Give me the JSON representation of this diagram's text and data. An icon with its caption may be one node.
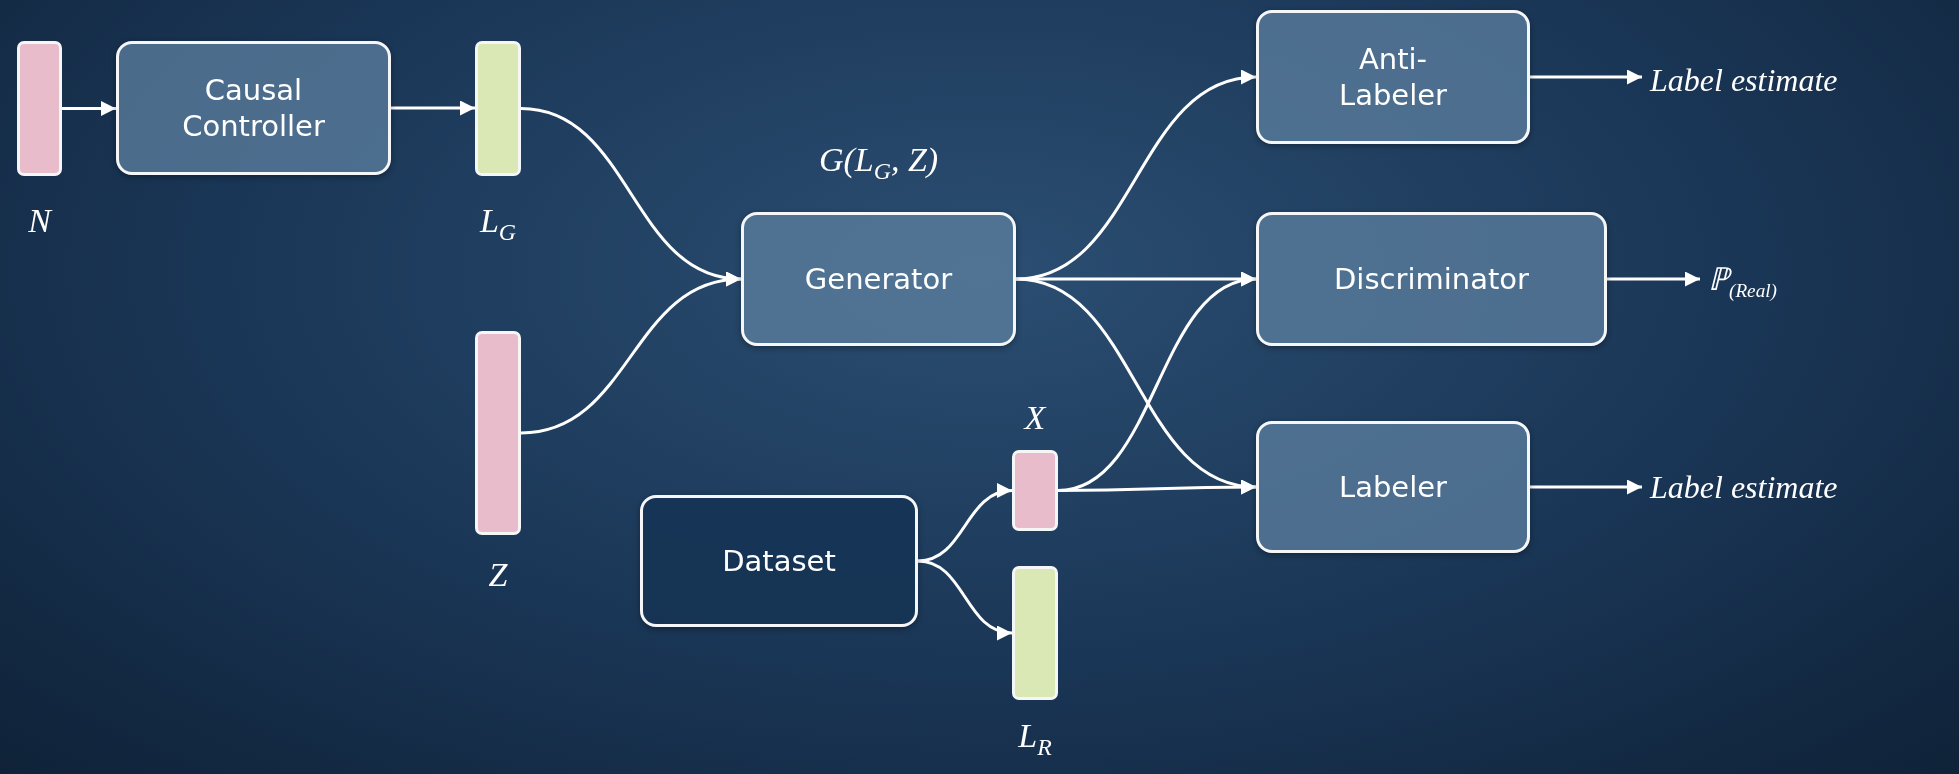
{
  "diagram": {
    "nodes": [
      {
        "text": [],
        "shape": "bar",
        "beside": [
          "N"
        ]
      },
      {
        "text": [
          "Causal Controller"
        ]
      },
      {
        "text": [],
        "shape": "bar",
        "beside": [
          "L$_{G}$"
        ]
      },
      {
        "text": [],
        "shape": "bar",
        "beside": [
          "Z"
        ]
      },
      {
        "text": [
          "Generator"
        ],
        "beside": [
          "G(L$_{G}$, Z)"
        ]
      },
      {
        "text": [
          "Anti-Labeler"
        ]
      },
      {
        "text": [
          "Discriminator"
        ]
      },
      {
        "text": [
          "Labeler"
        ]
      },
      {
        "text": [
          "Dataset"
        ]
      },
      {
        "text": [],
        "shape": "bar",
        "beside": [
          "X"
        ]
      },
      {
        "text": [],
        "shape": "bar",
        "beside": [
          "L$_{R}$"
        ]
      },
      {
        "text": [
          "Label estimate"
        ]
      },
      {
        "text": [
          "ℙ$_{(Real)}$"
        ]
      },
      {
        "text": [
          "Label estimate"
        ]
      }
    ],
    "edges": [
      {
        "from": 0,
        "to": 1,
        "arrow": "to"
      },
      {
        "from": 1,
        "to": 2,
        "arrow": "to"
      },
      {
        "from": 2,
        "to": 4,
        "arrow": "to"
      },
      {
        "from": 3,
        "to": 4,
        "arrow": "to"
      },
      {
        "from": 4,
        "to": 5,
        "arrow": "to"
      },
      {
        "from": 4,
        "to": 6,
        "arrow": "to"
      },
      {
        "from": 4,
        "to": 7,
        "arrow": "to"
      },
      {
        "from": 8,
        "to": 9,
        "arrow": "to"
      },
      {
        "from": 8,
        "to": 10,
        "arrow": "to"
      },
      {
        "from": 9,
        "to": 6,
        "arrow": "to"
      },
      {
        "from": 9,
        "to": 7,
        "arrow": "to"
      },
      {
        "from": 5,
        "to": 11,
        "arrow": "to"
      },
      {
        "from": 6,
        "to": 12,
        "arrow": "to"
      },
      {
        "from": 7,
        "to": 13,
        "arrow": "to"
      }
    ]
  }
}
